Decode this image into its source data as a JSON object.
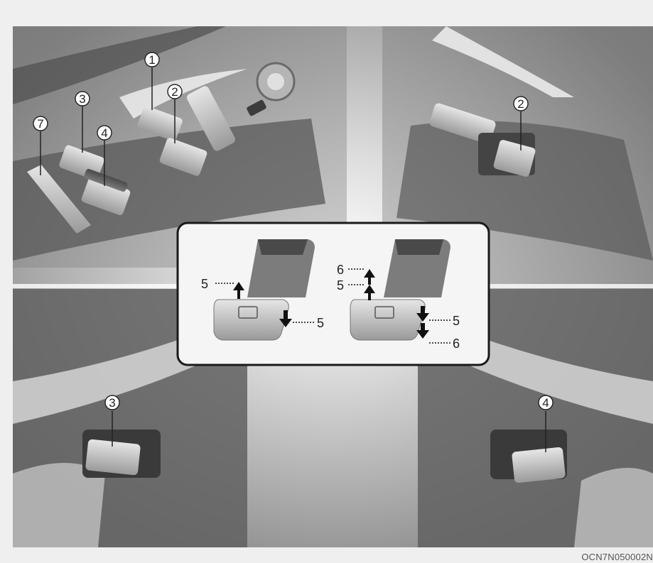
{
  "figure": {
    "code": "OCN7N050002N"
  },
  "callouts": {
    "c1": "1",
    "c2": "2",
    "c3": "3",
    "c4": "4",
    "c7": "7",
    "c2_right": "2",
    "c3_bottom": "3",
    "c4_bottom": "4"
  },
  "inset": {
    "left_up": "5",
    "left_down": "5",
    "right_up_outer": "6",
    "right_up_inner": "5",
    "right_down_inner": "5",
    "right_down_outer": "6"
  },
  "colors": {
    "background": "#efefef",
    "panel_dark": "#5e5e5e",
    "switch_light": "#c8c8c8",
    "inset_border": "#1a1a1a"
  }
}
